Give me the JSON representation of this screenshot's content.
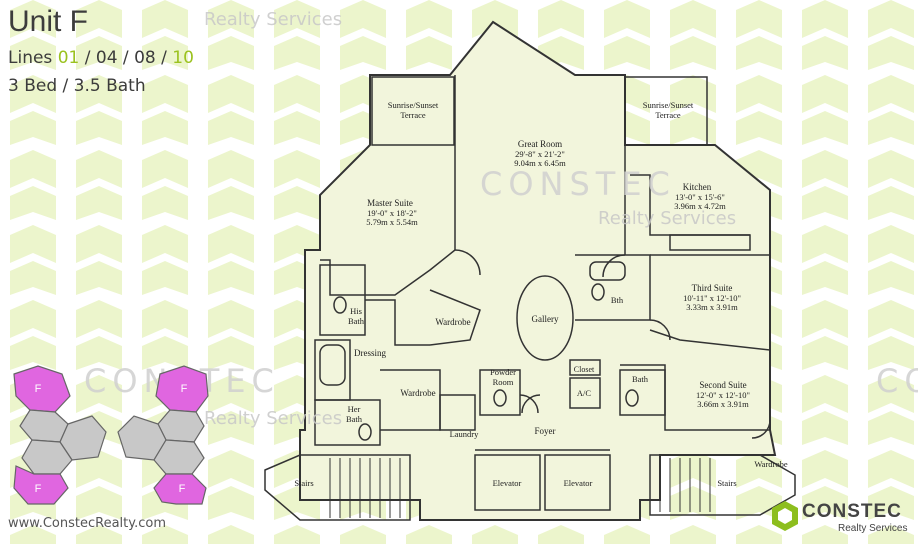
{
  "header": {
    "unit_title": "Unit F",
    "lines_prefix": "Lines",
    "lines": [
      "01",
      "04",
      "08",
      "10"
    ],
    "beds_baths": "3 Bed / 3.5 Bath"
  },
  "watermark": {
    "company": "CONSTEC",
    "realty": "Realty Services"
  },
  "rooms": {
    "sunrise_terrace_left": [
      "Sunrise/Sunset",
      "Terrace"
    ],
    "sunrise_terrace_right": [
      "Sunrise/Sunset",
      "Terrace"
    ],
    "great_room": [
      "Great Room",
      "29'-8\" x 21'-2\"",
      "9.04m x 6.45m"
    ],
    "master_suite": [
      "Master Suite",
      "19'-0\" x 18'-2\"",
      "5.79m x 5.54m"
    ],
    "kitchen": [
      "Kitchen",
      "13'-0\" x 15'-6\"",
      "3.96m x 4.72m"
    ],
    "third_suite": [
      "Third Suite",
      "10'-11\" x 12'-10\"",
      "3.33m x 3.91m"
    ],
    "second_suite": [
      "Second Suite",
      "12'-0\" x 12'-10\"",
      "3.66m x 3.91m"
    ],
    "his_bath": [
      "His",
      "Bath"
    ],
    "her_bath": [
      "Her",
      "Bath"
    ],
    "dressing": "Dressing",
    "wardrobe_master": "Wardrobe",
    "wardrobe_dressing": "Wardrobe",
    "wardrobe_second": "Wardrobe",
    "gallery": "Gallery",
    "powder_room": [
      "Powder",
      "Room"
    ],
    "closet": "Closet",
    "ac": "A/C",
    "bath_third": "Bth",
    "bath_second": "Bath",
    "laundry": "Laundry",
    "foyer": "Foyer",
    "elevator_left": "Elevator",
    "elevator_right": "Elevator",
    "stairs_left": "Stairs",
    "stairs_right": "Stairs"
  },
  "keymap": {
    "unit_letter": "F",
    "highlight_color": "#e066e0"
  },
  "footer": {
    "website": "www.ConstecRealty.com",
    "logo_name": "CONSTEC",
    "logo_sub": "Realty Services"
  },
  "colors": {
    "accent": "#9bc21f",
    "pattern": "#ecf5cc",
    "plan_fill": "#f2f5dc"
  }
}
